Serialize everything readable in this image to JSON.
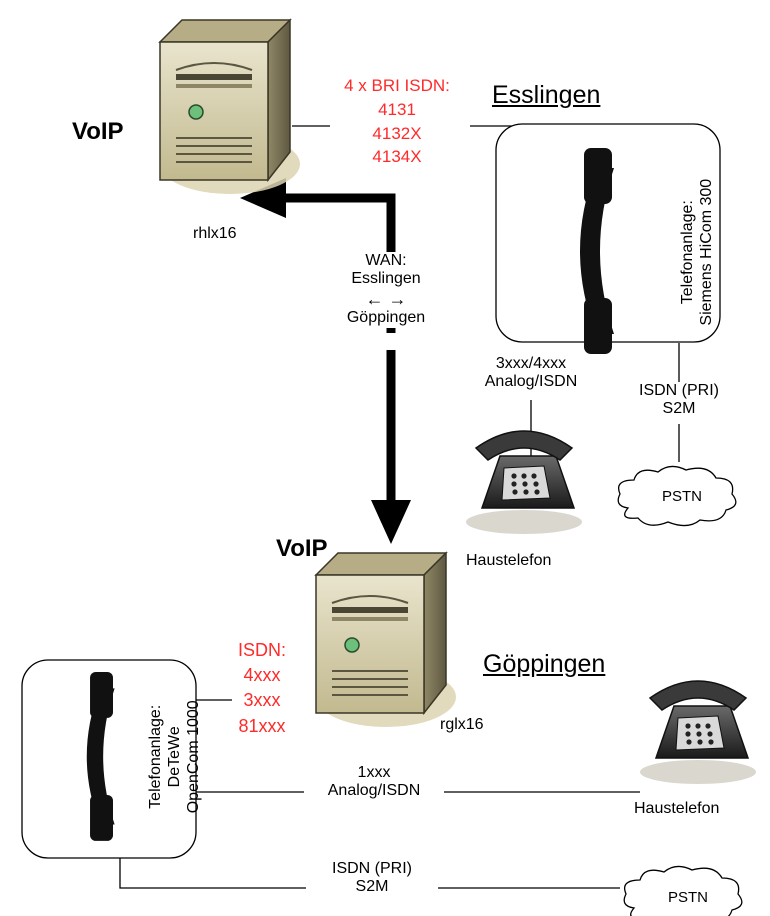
{
  "esslingen": {
    "location": "Esslingen",
    "server_title": "VoIP",
    "server_name": "rhlx16",
    "isdn_header": "4 x BRI ISDN:",
    "isdn_numbers": [
      "4131",
      "4132X",
      "4134X"
    ],
    "pbx_line1": "Telefonanlage:",
    "pbx_line2": "Siemens HiCom 300",
    "phone_link_line1": "3xxx/4xxx",
    "phone_link_line2": "Analog/ISDN",
    "pstn_link_line1": "ISDN (PRI)",
    "pstn_link_line2": "S2M",
    "pstn": "PSTN",
    "phone": "Haustelefon"
  },
  "wan": {
    "line1": "WAN:",
    "line2": "Esslingen",
    "arrows": "← →",
    "line3": "Göppingen"
  },
  "goeppingen": {
    "location": "Göppingen",
    "server_title": "VoIP",
    "server_name": "rglx16",
    "isdn_header": "ISDN:",
    "isdn_numbers": [
      "4xxx",
      "3xxx",
      "81xxx"
    ],
    "pbx_line1": "Telefonanlage:",
    "pbx_line2": "DeTeWe",
    "pbx_line3": "OpenCom 1000",
    "phone_link_line1": "1xxx",
    "phone_link_line2": "Analog/ISDN",
    "pstn_link_line1": "ISDN (PRI)",
    "pstn_link_line2": "S2M",
    "pstn": "PSTN",
    "phone": "Haustelefon"
  },
  "icons": [
    "server-icon",
    "handset-icon",
    "desk-phone-icon",
    "cloud-icon",
    "arrow-icon"
  ],
  "colors": {
    "accent_red": "#ff2a2a",
    "server_body": "#cfc7a5",
    "connector": "#000000"
  }
}
